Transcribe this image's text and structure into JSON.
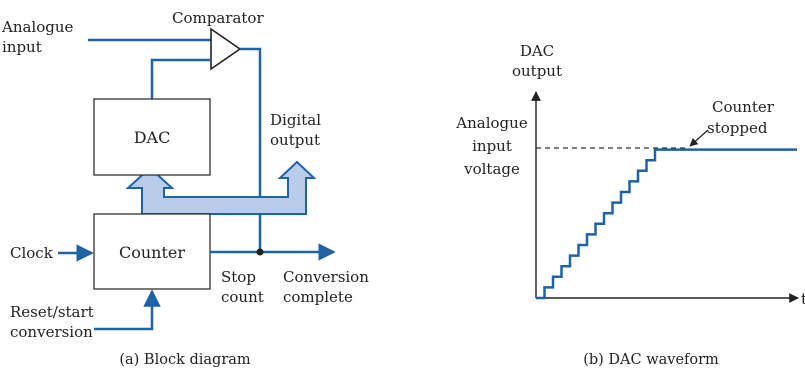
{
  "colors": {
    "wire": "#1f62a8",
    "bus_fill": "#b9cdea",
    "text": "#222222",
    "box_stroke": "#333333",
    "dash": "#333333"
  },
  "block_diagram": {
    "analogue_input": [
      "Analogue",
      "input"
    ],
    "comparator": "Comparator",
    "dac": "DAC",
    "counter": "Counter",
    "digital_output": [
      "Digital",
      "output"
    ],
    "clock": "Clock",
    "reset": [
      "Reset/start",
      "conversion"
    ],
    "stop_count": [
      "Stop",
      "count"
    ],
    "conversion_complete": [
      "Conversion",
      "complete"
    ],
    "caption": "(a) Block diagram"
  },
  "waveform": {
    "y_axis_label": [
      "DAC",
      "output"
    ],
    "input_voltage": [
      "Analogue",
      "input",
      "voltage"
    ],
    "counter_stopped": [
      "Counter",
      "stopped"
    ],
    "x_axis_end": "t",
    "caption": "(b) DAC waveform"
  }
}
